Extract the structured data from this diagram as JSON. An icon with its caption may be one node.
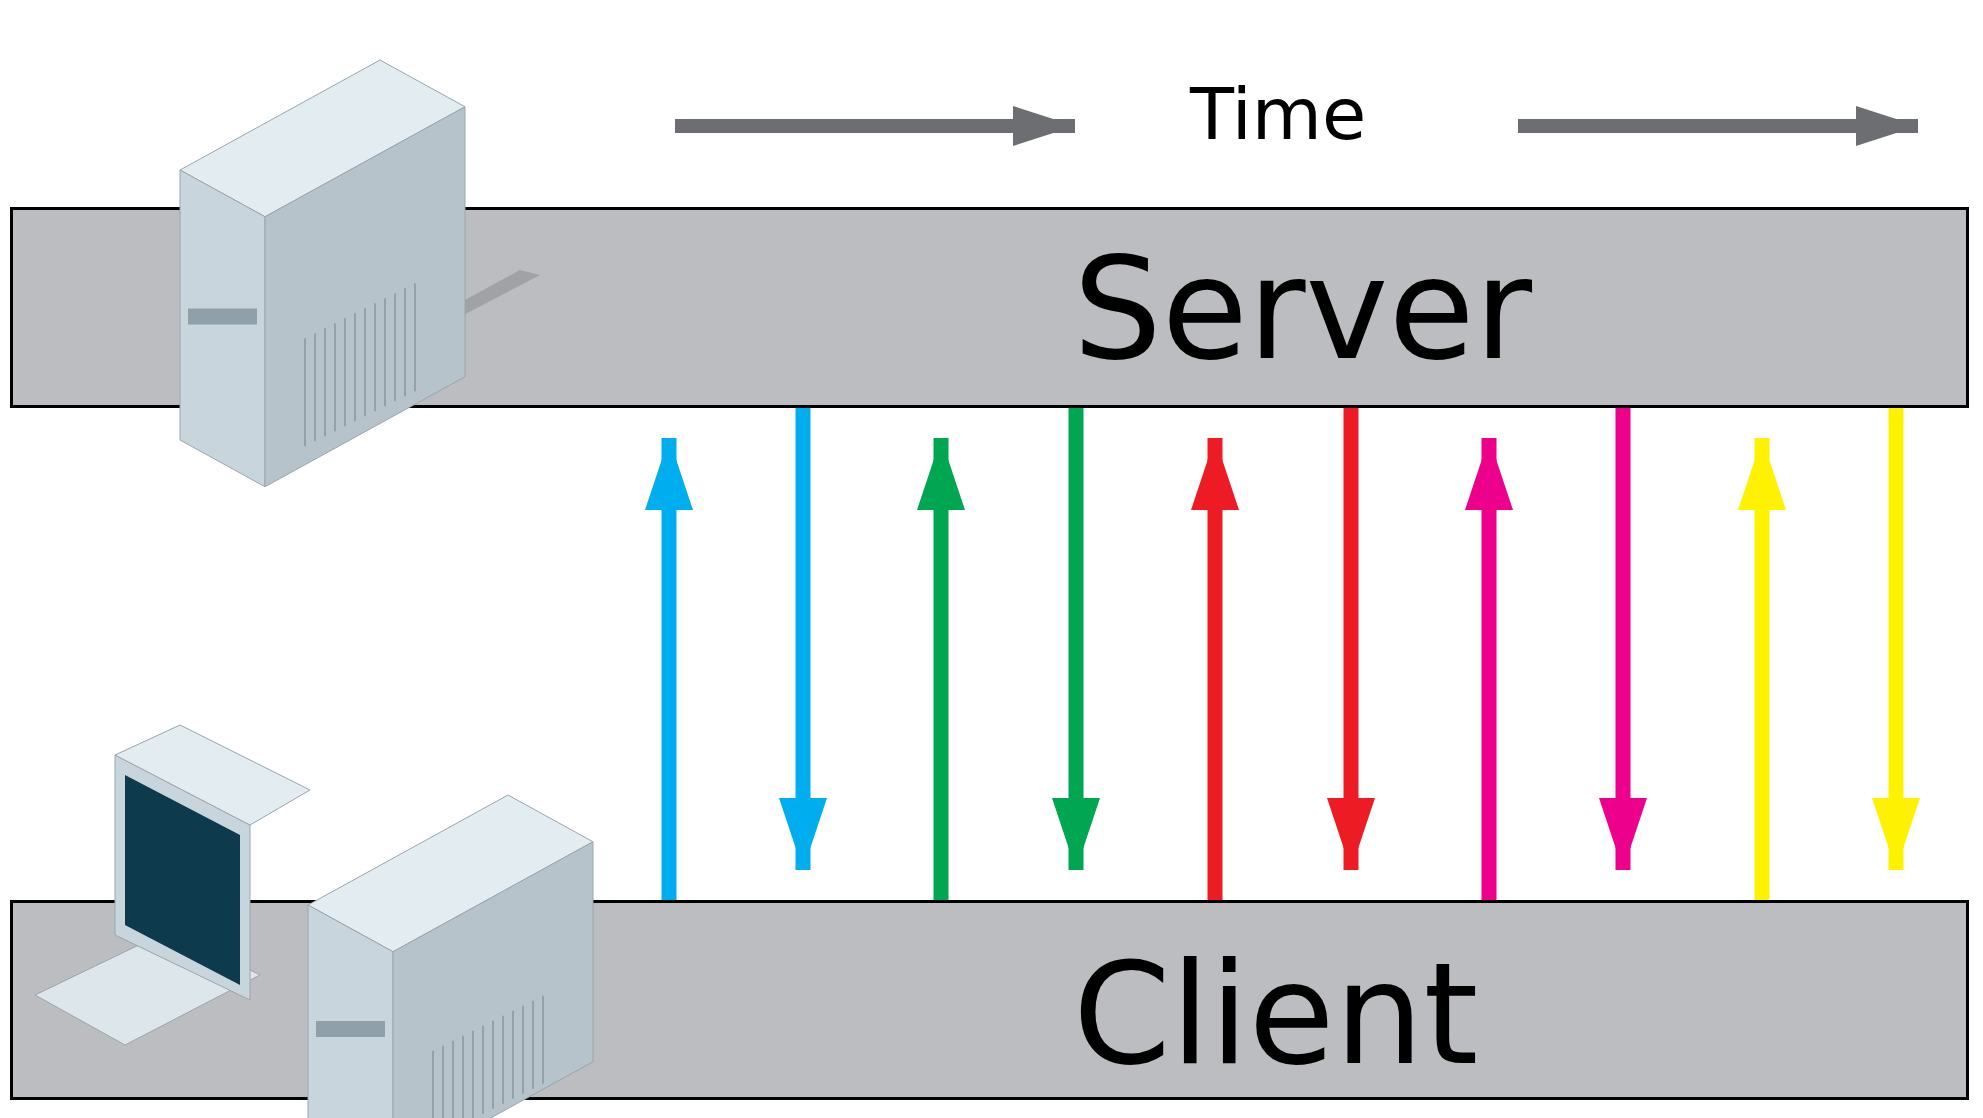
{
  "diagram": {
    "nodes": [
      {
        "text": [
          "Server"
        ]
      },
      {
        "text": [
          "Client"
        ]
      }
    ],
    "edges": [
      {
        "from": 1,
        "to": 0,
        "arrow": "to",
        "color": "#00aeef"
      },
      {
        "from": 0,
        "to": 1,
        "arrow": "to",
        "color": "#00aeef"
      },
      {
        "from": 1,
        "to": 0,
        "arrow": "to",
        "color": "#00a651"
      },
      {
        "from": 0,
        "to": 1,
        "arrow": "to",
        "color": "#00a651"
      },
      {
        "from": 1,
        "to": 0,
        "arrow": "to",
        "color": "#ed1c24"
      },
      {
        "from": 0,
        "to": 1,
        "arrow": "to",
        "color": "#ed1c24"
      },
      {
        "from": 1,
        "to": 0,
        "arrow": "to",
        "color": "#ec008c"
      },
      {
        "from": 0,
        "to": 1,
        "arrow": "to",
        "color": "#ec008c"
      },
      {
        "from": 1,
        "to": 0,
        "arrow": "to",
        "color": "#fff200"
      },
      {
        "from": 0,
        "to": 1,
        "arrow": "to",
        "color": "#fff200"
      }
    ],
    "labels": [
      "Time"
    ]
  }
}
